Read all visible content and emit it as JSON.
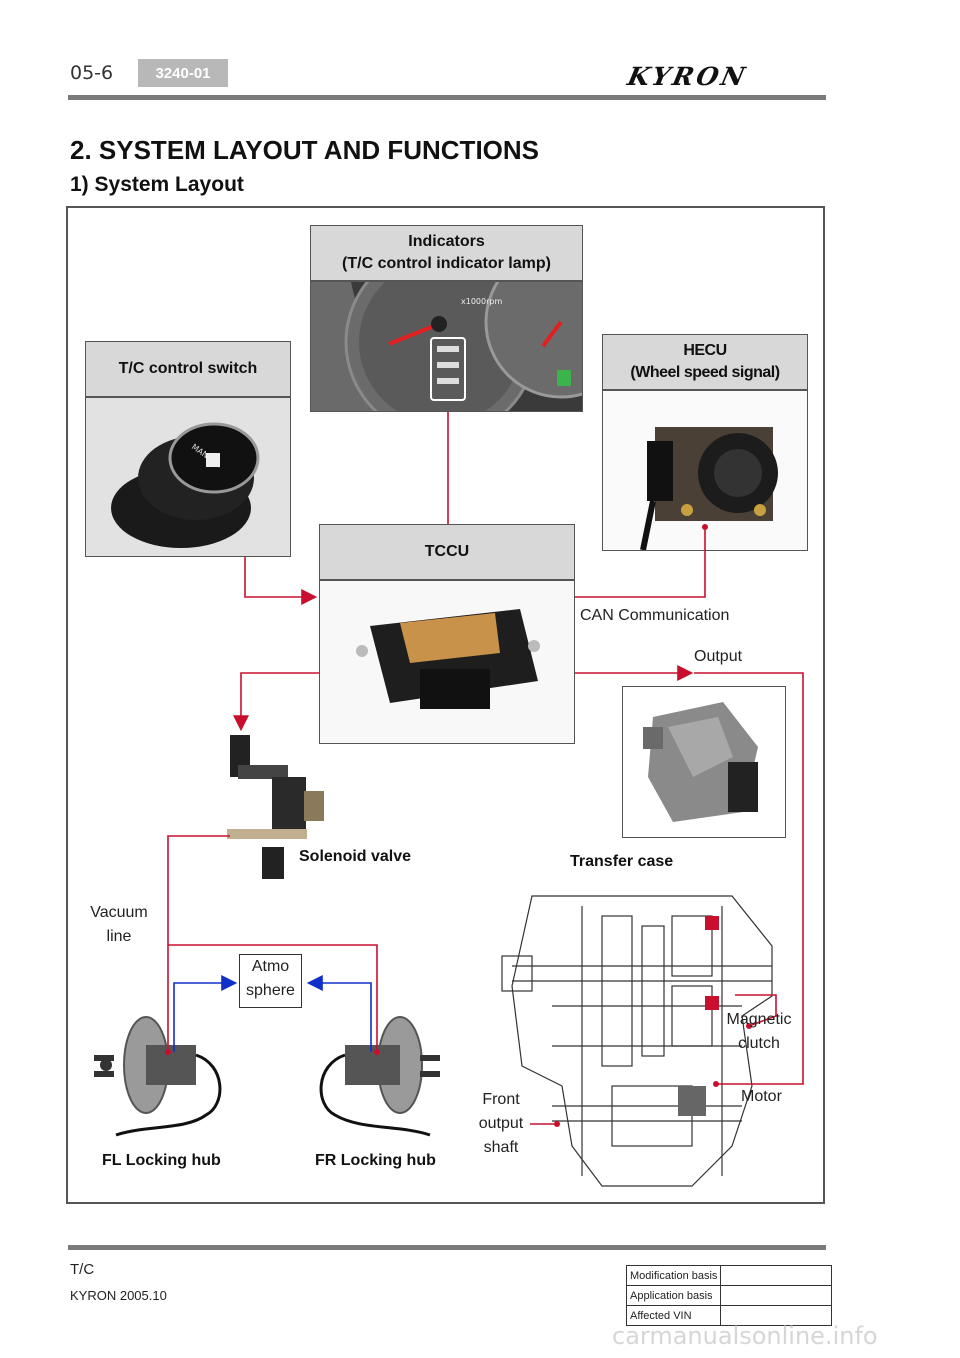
{
  "header": {
    "page_number": "05-6",
    "code": "3240-01",
    "logo": "KYRON"
  },
  "title": "2. SYSTEM LAYOUT AND FUNCTIONS",
  "subtitle": "1) System Layout",
  "diagram": {
    "indicators": {
      "title": "Indicators",
      "subtitle": "(T/C control indicator lamp)",
      "gauge_text": "x1000rpm"
    },
    "tc_switch": {
      "title": "T/C control switch",
      "knob_text": "MANUAL"
    },
    "hecu": {
      "title": "HECU",
      "subtitle": "(Wheel speed signal)"
    },
    "tccu": {
      "title": "TCCU"
    },
    "can_label": "CAN Communication",
    "output_label": "Output",
    "solenoid_label": "Solenoid valve",
    "transfer_label": "Transfer case",
    "vacuum_label": [
      "Vacuum",
      "line"
    ],
    "atmo_label": [
      "Atmo",
      "sphere"
    ],
    "magnetic_label": [
      "Magnetic",
      "clutch"
    ],
    "motor_label": "Motor",
    "front_label": [
      "Front",
      "output",
      "shaft"
    ],
    "fl_label": "FL Locking hub",
    "fr_label": "FR Locking hub",
    "colors": {
      "signal": "#c8102e",
      "vacuum": "#1030c8"
    }
  },
  "footer": {
    "section": "T/C",
    "model_year": "KYRON 2005.10",
    "table": [
      {
        "label": "Modification basis",
        "value": ""
      },
      {
        "label": "Application basis",
        "value": ""
      },
      {
        "label": "Affected VIN",
        "value": ""
      }
    ]
  },
  "watermark": "carmanualsonline.info"
}
